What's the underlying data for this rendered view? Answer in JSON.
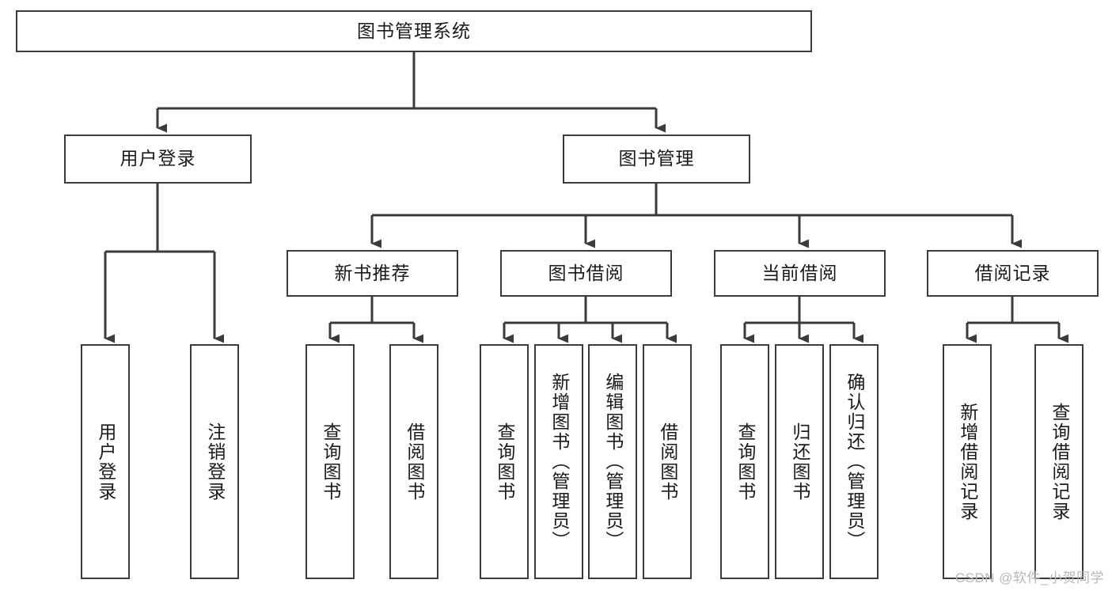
{
  "diagram": {
    "type": "tree-hierarchy",
    "title": "图书管理系统",
    "watermark": "CSDN @软件_小贺同学",
    "colors": {
      "stroke": "#3b3b3b",
      "fill": "#ffffff",
      "text": "#1a1a1a",
      "watermark": "#b8b8b8"
    },
    "root": {
      "label": "图书管理系统",
      "orientation": "horizontal"
    },
    "level1": [
      {
        "label": "用户登录",
        "orientation": "horizontal"
      },
      {
        "label": "图书管理",
        "orientation": "horizontal"
      }
    ],
    "level2": [
      {
        "label": "新书推荐",
        "orientation": "horizontal",
        "parent": "图书管理"
      },
      {
        "label": "图书借阅",
        "orientation": "horizontal",
        "parent": "图书管理"
      },
      {
        "label": "当前借阅",
        "orientation": "horizontal",
        "parent": "图书管理"
      },
      {
        "label": "借阅记录",
        "orientation": "horizontal",
        "parent": "图书管理"
      }
    ],
    "leaves": {
      "用户登录": [
        {
          "label": "用户登录",
          "orientation": "vertical"
        },
        {
          "label": "注销登录",
          "orientation": "vertical"
        }
      ],
      "新书推荐": [
        {
          "label": "查询图书",
          "orientation": "vertical"
        },
        {
          "label": "借阅图书",
          "orientation": "vertical"
        }
      ],
      "图书借阅": [
        {
          "label": "查询图书",
          "orientation": "vertical"
        },
        {
          "label": "新增图书（管理员）",
          "orientation": "vertical"
        },
        {
          "label": "编辑图书（管理员）",
          "orientation": "vertical"
        },
        {
          "label": "借阅图书",
          "orientation": "vertical"
        }
      ],
      "当前借阅": [
        {
          "label": "查询图书",
          "orientation": "vertical"
        },
        {
          "label": "归还图书",
          "orientation": "vertical"
        },
        {
          "label": "确认归还（管理员）",
          "orientation": "vertical"
        }
      ],
      "借阅记录": [
        {
          "label": "新增借阅记录",
          "orientation": "vertical"
        },
        {
          "label": "查询借阅记录",
          "orientation": "vertical"
        }
      ]
    }
  }
}
